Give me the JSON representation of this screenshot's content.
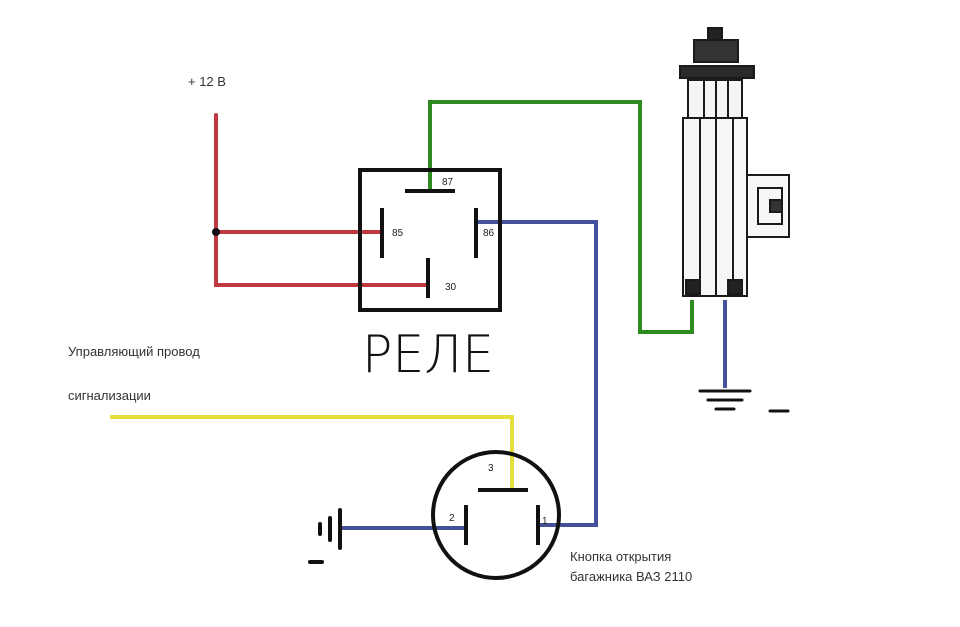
{
  "labels": {
    "power": "+ 12 В",
    "relay_title": "РЕЛЕ",
    "control_wire_line1": "Управляющий провод",
    "control_wire_line2": "сигнализации",
    "button_line1": "Кнопка открытия",
    "button_line2": "багажника ВАЗ 2110"
  },
  "relay_pins": {
    "p87": "87",
    "p85": "85",
    "p86": "86",
    "p30": "30"
  },
  "button_pins": {
    "p1": "1",
    "p2": "2",
    "p3": "3"
  },
  "colors": {
    "power_wire": "#c0393f",
    "green_wire": "#2e8b1f",
    "blue_wire": "#45509a",
    "yellow_wire": "#e8de3a",
    "outline": "#111111"
  }
}
